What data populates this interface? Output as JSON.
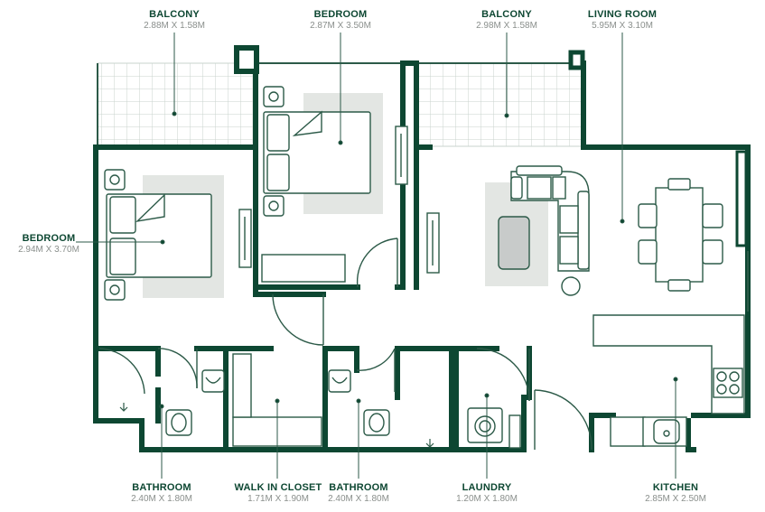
{
  "colors": {
    "wall": "#0d4732",
    "line": "#2c5a48",
    "furniture_fill": "#ffffff",
    "rug": "#e3e6e3",
    "tile": "#c9d3ce",
    "label": "#0d4732",
    "dims": "#8a8f8c"
  },
  "rooms": [
    {
      "id": "balcony-left",
      "name": "BALCONY",
      "dims": "2.88M X 1.58M"
    },
    {
      "id": "bedroom-top",
      "name": "BEDROOM",
      "dims": "2.87M X 3.50M"
    },
    {
      "id": "balcony-right",
      "name": "BALCONY",
      "dims": "2.98M X 1.58M"
    },
    {
      "id": "living-room",
      "name": "LIVING ROOM",
      "dims": "5.95M X 3.10M"
    },
    {
      "id": "bedroom-left",
      "name": "BEDROOM",
      "dims": "2.94M X 3.70M"
    },
    {
      "id": "bathroom-left",
      "name": "BATHROOM",
      "dims": "2.40M X 1.80M"
    },
    {
      "id": "walk-in-closet",
      "name": "WALK IN CLOSET",
      "dims": "1.71M X 1.90M"
    },
    {
      "id": "bathroom-right",
      "name": "BATHROOM",
      "dims": "2.40M X 1.80M"
    },
    {
      "id": "laundry",
      "name": "LAUNDRY",
      "dims": "1.20M X 1.80M"
    },
    {
      "id": "kitchen",
      "name": "KITCHEN",
      "dims": "2.85M X 2.50M"
    }
  ]
}
